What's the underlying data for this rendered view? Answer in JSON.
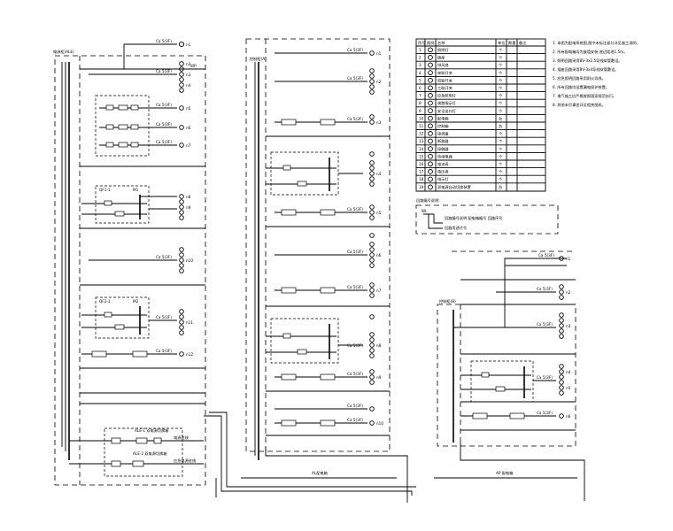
{
  "panels": {
    "left_panel_label": "电源柜(ALE)",
    "middle_panel_label": "控制柜(A)",
    "right_panel_label": "控制柜(B)",
    "middle_bottom_title": "AL配电箱",
    "right_bottom_title": "AP 配电箱"
  },
  "left": {
    "top_feed": "Ca 5(3F)",
    "bus_tag": "WP",
    "feed_labels": [
      "Ca 5(3F)",
      "Ca 5(3F)",
      "Ca 5(3F)",
      "Ca 5(3F)",
      "Ca 5(3F)",
      "Ca 5(3F)",
      "Ca 5(3F)"
    ],
    "module_tags": [
      "M1",
      "M2"
    ],
    "unit_labels": [
      "QF1-1",
      "QF2-1"
    ],
    "bottom_notes": [
      "ALE-1 双电源切换箱",
      "ALE-2 双电源切换箱",
      "电源进线",
      "应急电源进线"
    ],
    "circuit_ids": [
      "n1",
      "n2",
      "n3",
      "n4",
      "n5",
      "n6",
      "n7",
      "n8",
      "n9",
      "n10",
      "n11",
      "n12"
    ]
  },
  "middle": {
    "feed_labels": [
      "Ca 5(3F)",
      "Ca 5(3F)",
      "Ca 5(3F)",
      "Ca 5(3F)",
      "Ca 5(3F)",
      "Ca 5(3F)",
      "Ca 5(3F)",
      "Ca 5(3F)",
      "Ca 5(3F)",
      "Ca 5(3F)"
    ],
    "circuit_ids": [
      "n1",
      "n2",
      "n3",
      "n4",
      "n5",
      "n6",
      "n7",
      "n8",
      "n9",
      "n10"
    ]
  },
  "right": {
    "feed_labels": [
      "Ca 5(3F)",
      "Ca 5(3F)",
      "Ca 5(3F)",
      "Ca 5(3F)",
      "Ca 5(3F)"
    ],
    "circuit_ids": [
      "n1",
      "n2",
      "n3",
      "n4",
      "n5",
      "n6"
    ]
  },
  "legend": {
    "headers": [
      "序号",
      "图例",
      "名称",
      "单位",
      "数量",
      "备注"
    ],
    "rows": [
      {
        "no": "1",
        "name": "照明灯",
        "unit": "个"
      },
      {
        "no": "2",
        "name": "插座",
        "unit": "个"
      },
      {
        "no": "3",
        "name": "排风扇",
        "unit": "个"
      },
      {
        "no": "4",
        "name": "单联开关",
        "unit": "个"
      },
      {
        "no": "5",
        "name": "双联开关",
        "unit": "个"
      },
      {
        "no": "6",
        "name": "三联开关",
        "unit": "个"
      },
      {
        "no": "7",
        "name": "应急照明灯",
        "unit": "个"
      },
      {
        "no": "8",
        "name": "疏散指示灯",
        "unit": "个"
      },
      {
        "no": "9",
        "name": "安全出口灯",
        "unit": "个"
      },
      {
        "no": "10",
        "name": "配电箱",
        "unit": "台"
      },
      {
        "no": "11",
        "name": "控制箱",
        "unit": "台"
      },
      {
        "no": "12",
        "name": "接线盒",
        "unit": "个"
      },
      {
        "no": "13",
        "name": "断路器",
        "unit": "个"
      },
      {
        "no": "14",
        "name": "接触器",
        "unit": "个"
      },
      {
        "no": "15",
        "name": "热继电器",
        "unit": "个"
      },
      {
        "no": "16",
        "name": "电流表",
        "unit": "个"
      },
      {
        "no": "17",
        "name": "电压表",
        "unit": "个"
      },
      {
        "no": "18",
        "name": "指示灯",
        "unit": "个"
      },
      {
        "no": "19",
        "name": "双电源自动切换装置",
        "unit": "台"
      }
    ]
  },
  "notes": {
    "lines": [
      "1. 本图为配电系统图,图中未标注部分详见施工说明。",
      "2. 所有配电箱均为嵌墙安装,底边距地1.5m。",
      "3. 照明回路采用BV-3x2.5导线穿管敷设。",
      "4. 插座回路采用BV-3x4导线穿管敷设。",
      "5. 应急照明回路采用耐火导线。",
      "6. 所有回路均设置漏电保护装置。",
      "7. 电气施工应严格按照国家规范执行。",
      "8. 其他未尽事宜详见相关图纸。"
    ],
    "explain_title": "回路编号说明:",
    "explain_lines": [
      "WL",
      "回路编号说明 配电箱编号 回路序号",
      "回路用途代号"
    ]
  }
}
